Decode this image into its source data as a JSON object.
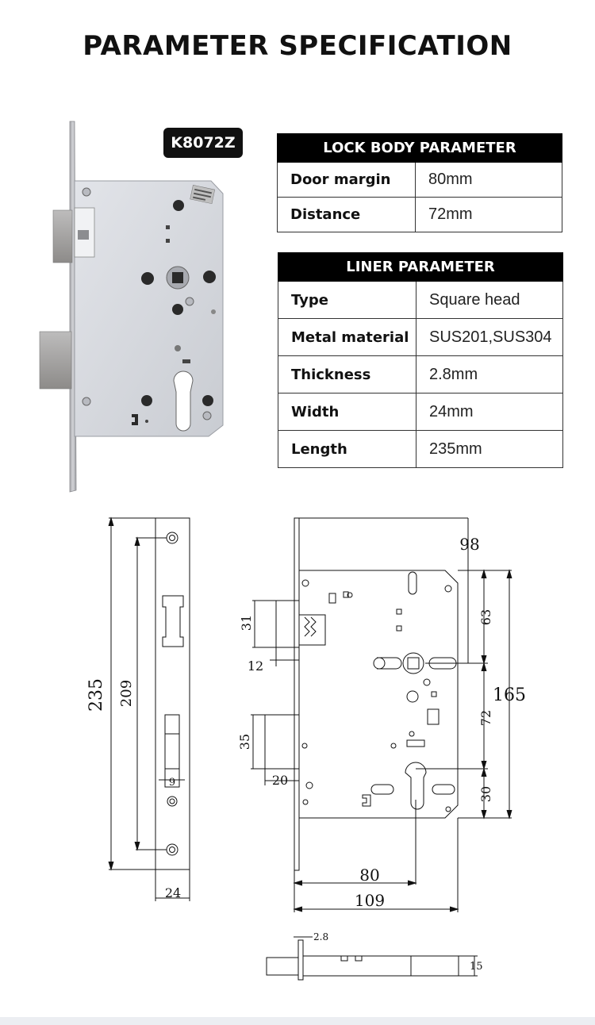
{
  "page": {
    "title": "PARAMETER SPECIFICATION",
    "model": "K8072Z"
  },
  "lock_body_parameter": {
    "header": "LOCK BODY PARAMETER",
    "rows": [
      {
        "label": "Door margin",
        "value": "80mm"
      },
      {
        "label": "Distance",
        "value": "72mm"
      }
    ]
  },
  "liner_parameter": {
    "header": "LINER PARAMETER",
    "rows": [
      {
        "label": "Type",
        "value": "Square head"
      },
      {
        "label": "Metal material",
        "value": "SUS201,SUS304"
      },
      {
        "label": "Thickness",
        "value": "2.8mm"
      },
      {
        "label": "Width",
        "value": "24mm"
      },
      {
        "label": "Length",
        "value": "235mm"
      }
    ]
  },
  "drawing": {
    "faceplate": {
      "total_length": "235",
      "hole_spacing": "209",
      "small_dim": "9",
      "width": "24"
    },
    "body": {
      "top_width": "98",
      "to_follower": "63",
      "body_height": "165",
      "latch_height": "31",
      "latch_throw": "12",
      "distance": "72",
      "bolt_height": "35",
      "bolt_throw": "20",
      "cylinder_below": "30",
      "backset": "80",
      "total_width": "109"
    },
    "side": {
      "thickness": "2.8",
      "height": "15"
    }
  },
  "colors": {
    "header_bg": "#000000",
    "plate_metal": "#d9dbe0",
    "faceplate_metal": "#c7c8cc",
    "line": "#111111"
  }
}
